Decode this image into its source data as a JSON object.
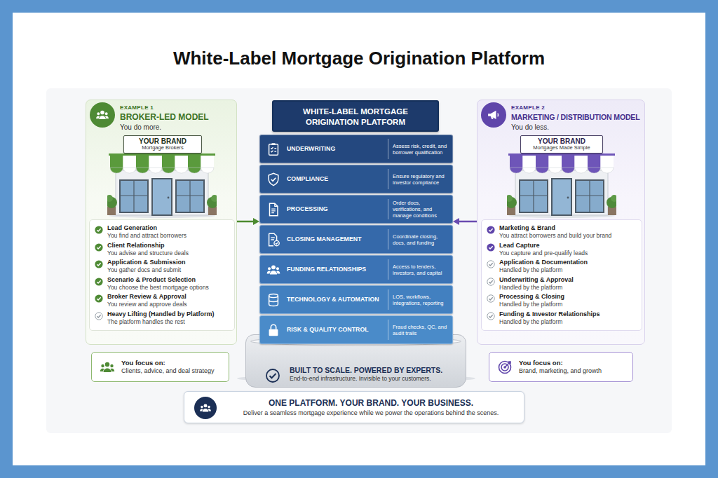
{
  "diagram": {
    "title": "White-Label Mortgage Origination Platform",
    "nodes": [
      {
        "text": [
          "EXAMPLE 1",
          "BROKER-LED MODEL",
          "You do more."
        ]
      },
      {
        "text": [
          "YOUR BRAND",
          "Mortgage Brokers"
        ],
        "in": 0
      },
      {
        "text": [
          "Lead Generation",
          "You find and attract borrowers",
          "Client Relationship",
          "You advise and structure deals",
          "Application & Submission",
          "You gather docs and submit",
          "Scenario & Product Selection",
          "You choose the best mortgage options",
          "Broker Review & Approval",
          "You review and approve deals",
          "Heavy Lifting (Handled by Platform)",
          "The platform handles the rest"
        ],
        "in": 0
      },
      {
        "text": [
          "WHITE-LABEL MORTGAGE ORIGINATION PLATFORM"
        ]
      },
      {
        "text": [
          "UNDERWRITING",
          "Assess risk, credit, and borrower qualification"
        ]
      },
      {
        "text": [
          "COMPLIANCE",
          "Ensure regulatory and investor compliance"
        ]
      },
      {
        "text": [
          "PROCESSING",
          "Order docs, verifications, and manage conditions"
        ]
      },
      {
        "text": [
          "CLOSING MANAGEMENT",
          "Coordinate closing, docs, and funding"
        ]
      },
      {
        "text": [
          "FUNDING RELATIONSHIPS",
          "Access to lenders, investors, and capital"
        ]
      },
      {
        "text": [
          "TECHNOLOGY & AUTOMATION",
          "LOS, workflows, integrations, reporting"
        ]
      },
      {
        "text": [
          "RISK & QUALITY CONTROL",
          "Fraud checks, QC, and audit trails"
        ]
      },
      {
        "text": [
          "BUILT TO SCALE. POWERED BY EXPERTS.",
          "End-to-end infrastructure. Invisible to your customers."
        ]
      },
      {
        "text": [
          "EXAMPLE 2",
          "MARKETING / DISTRIBUTION MODEL",
          "You do less."
        ]
      },
      {
        "text": [
          "YOUR BRAND",
          "Mortgages Made Simple"
        ],
        "in": 12
      },
      {
        "text": [
          "Marketing & Brand",
          "You attract borrowers and build your brand",
          "Lead Capture",
          "You capture and pre-qualify leads",
          "Application & Documentation",
          "Handled by the platform",
          "Underwriting & Approval",
          "Handled by the platform",
          "Processing & Closing",
          "Handled by the platform",
          "Funding & Investor Relationships",
          "Handled by the platform"
        ],
        "in": 12
      },
      {
        "text": [
          "You focus on:",
          "Clients, advice, and deal strategy"
        ]
      },
      {
        "text": [
          "You focus on:",
          "Brand, marketing, and growth"
        ]
      },
      {
        "text": [
          "ONE PLATFORM. YOUR BRAND. YOUR BUSINESS.",
          "Deliver a seamless mortgage experience while we power the operations behind the scenes."
        ]
      }
    ],
    "edges": [
      {
        "from": 2,
        "to": 6,
        "arrow": "to"
      },
      {
        "from": 14,
        "to": 6,
        "arrow": "to"
      }
    ]
  }
}
